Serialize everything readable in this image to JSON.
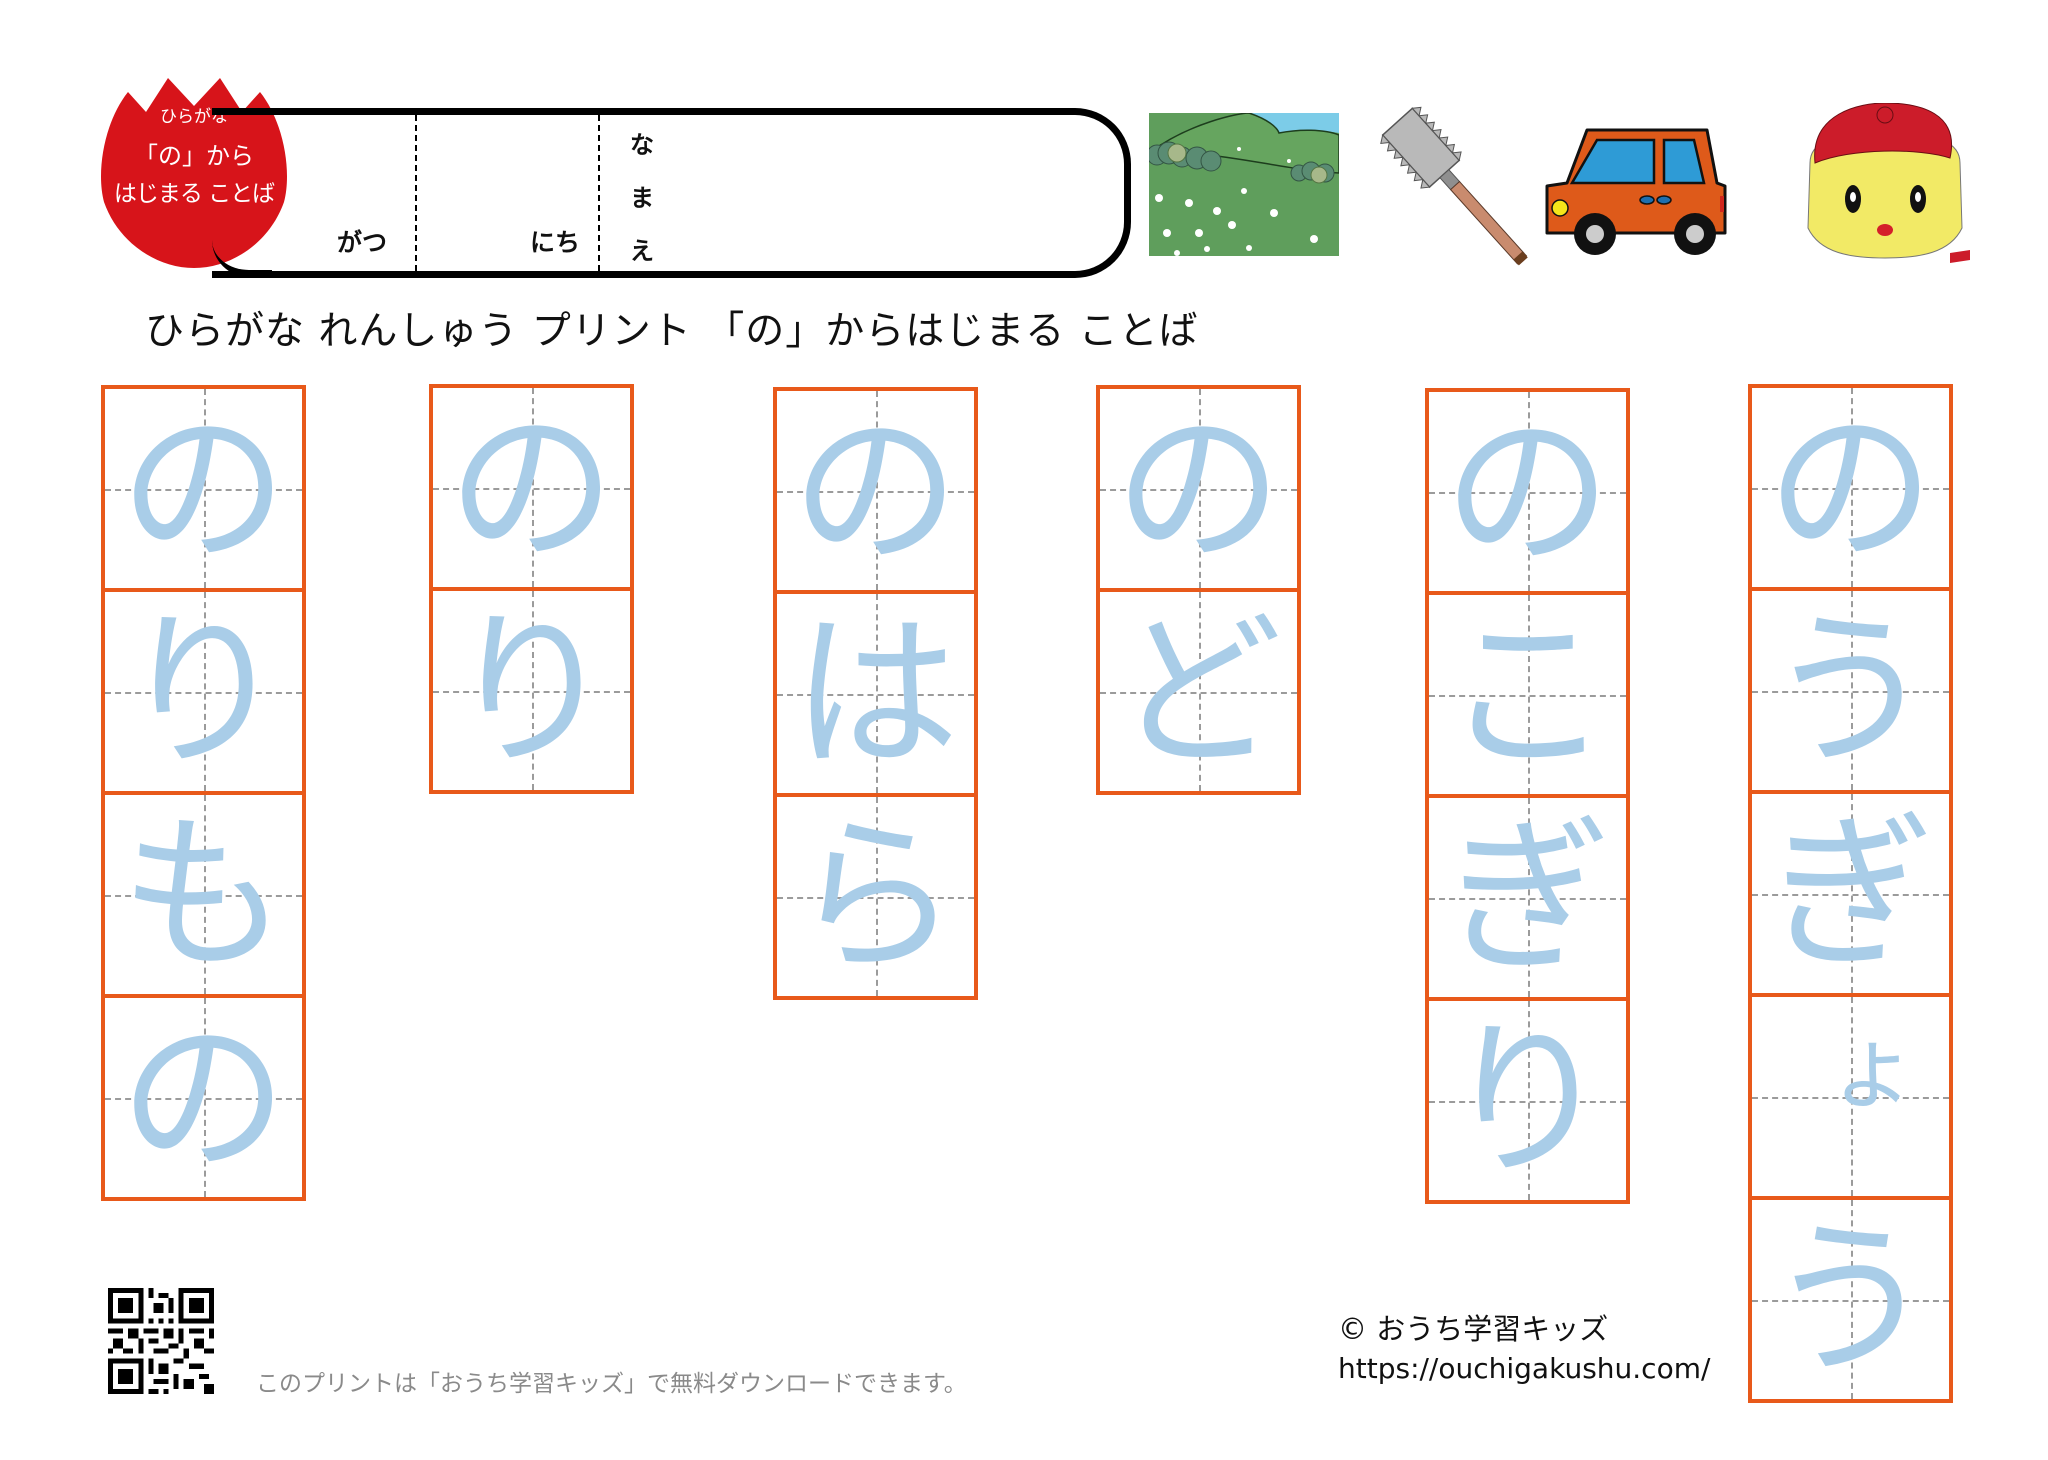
{
  "badge": {
    "line1": "ひらがな",
    "line2": "「の」から",
    "line3": "はじまる ことば",
    "color": "#D7141A"
  },
  "header": {
    "month_label": "がつ",
    "day_label": "にち",
    "name_label": [
      "な",
      "ま",
      "え"
    ]
  },
  "illustrations": [
    {
      "name": "landscape-illustration",
      "word": "のはら"
    },
    {
      "name": "saw-illustration",
      "word": "のこぎり"
    },
    {
      "name": "car-illustration",
      "word": "のりもの"
    },
    {
      "name": "character-illustration",
      "word": "のうぎょう"
    }
  ],
  "title": "ひらがな れんしゅう プリント 「の」からはじまる ことば",
  "practice": {
    "border_color": "#E8591A",
    "trace_color": "#A9CDE8",
    "words": [
      {
        "word": "のりもの",
        "chars": [
          "の",
          "り",
          "も",
          "の"
        ]
      },
      {
        "word": "のり",
        "chars": [
          "の",
          "り"
        ]
      },
      {
        "word": "のはら",
        "chars": [
          "の",
          "は",
          "ら"
        ]
      },
      {
        "word": "のど",
        "chars": [
          "の",
          "ど"
        ]
      },
      {
        "word": "のこぎり",
        "chars": [
          "の",
          "こ",
          "ぎ",
          "り"
        ]
      },
      {
        "word": "のうぎょう",
        "chars": [
          "の",
          "う",
          "ぎ",
          "ょ",
          "う"
        ]
      }
    ]
  },
  "footer": {
    "download_note": "このプリントは「おうち学習キッズ」で無料ダウンロードできます。",
    "copyright": "© おうち学習キッズ",
    "url": "https://ouchigakushu.com/"
  }
}
